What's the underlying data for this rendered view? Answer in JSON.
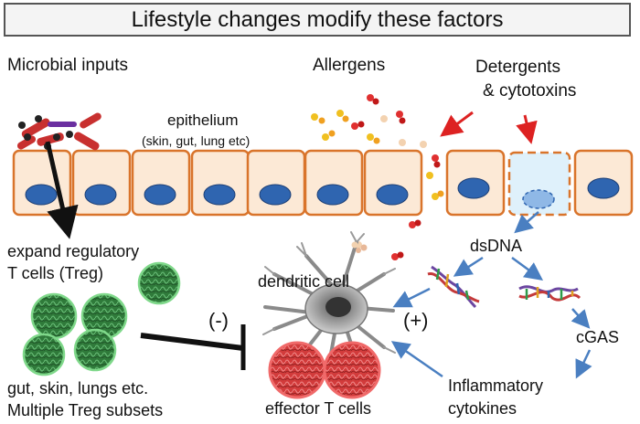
{
  "title": "Lifestyle changes modify these factors",
  "labels": {
    "microbial_inputs": "Microbial inputs",
    "allergens": "Allergens",
    "detergents_line1": "Detergents",
    "detergents_line2": "& cytotoxins",
    "epithelium": "epithelium",
    "epithelium_sites": "(skin, gut, lung etc)",
    "dsdna": "dsDNA",
    "expand_treg_line1": "expand regulatory",
    "expand_treg_line2": "T cells (Treg)",
    "dendritic_cell": "dendritic cell",
    "minus": "(-)",
    "plus": "(+)",
    "cgas": "cGAS",
    "tissues_line1": "gut, skin, lungs etc.",
    "tissues_line2": "Multiple Treg subsets",
    "effector": "effector T cells",
    "cytokines_line1": "Inflammatory",
    "cytokines_line2": "cytokines"
  },
  "colors": {
    "cell_border": "#d9742b",
    "cell_fill": "#fce9d6",
    "nucleus": "#2f65b0",
    "treg": "#3f9a4a",
    "effector": "#e0393f",
    "arrow_red": "#dd2222",
    "arrow_blue": "#4a7fc1",
    "inhibit": "#111111",
    "damaged_cell_fill": "#dff1fb"
  }
}
